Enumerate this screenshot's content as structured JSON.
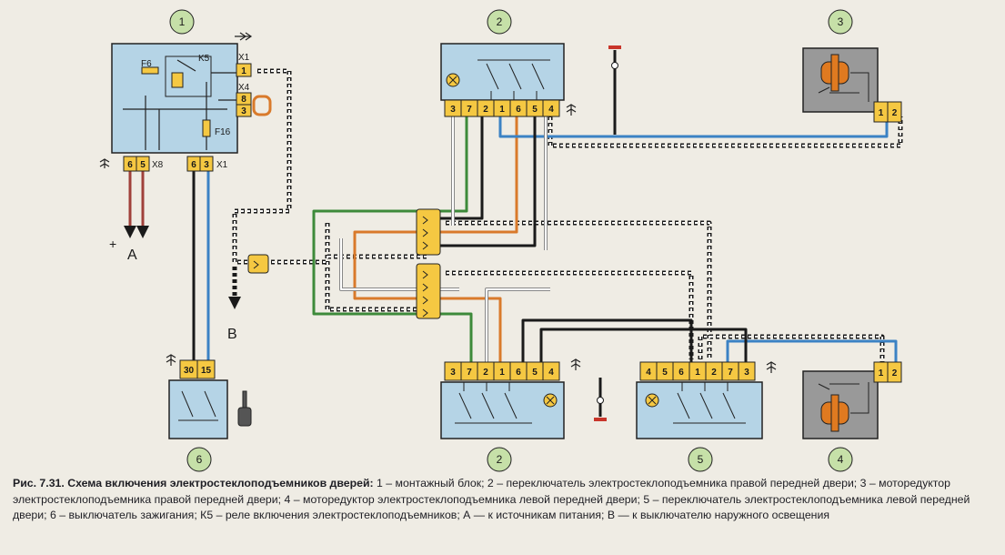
{
  "colors": {
    "background": "#efece4",
    "block_fill": "#b5d4e6",
    "pin_fill": "#f5c842",
    "circle_fill": "#c6e0a8",
    "wire_blue": "#3b82c4",
    "wire_green": "#3d8a3a",
    "wire_orange": "#d97a2b",
    "wire_black": "#1a1a1a",
    "wire_white": "#ffffff",
    "wire_red": "#c8352a",
    "motor_fill": "#999999",
    "motor_orange": "#e07a20"
  },
  "components": {
    "c1": {
      "number": "1"
    },
    "c2_top": {
      "number": "2",
      "pins": [
        "3",
        "7",
        "2",
        "1",
        "6",
        "5",
        "4"
      ]
    },
    "c3": {
      "number": "3",
      "pins": [
        "1",
        "2"
      ]
    },
    "c2_bottom": {
      "number": "2",
      "pins": [
        "3",
        "7",
        "2",
        "1",
        "6",
        "5",
        "4"
      ]
    },
    "c5": {
      "number": "5",
      "pins": [
        "4",
        "5",
        "6",
        "1",
        "2",
        "7",
        "3"
      ]
    },
    "c4": {
      "number": "4",
      "pins": [
        "1",
        "2"
      ]
    },
    "c6": {
      "number": "6",
      "pins": [
        "30",
        "15"
      ]
    }
  },
  "labels": {
    "f6": "F6",
    "k5": "K5",
    "f16": "F16",
    "x1_top": "X1",
    "x4": "X4",
    "x8": "X8",
    "x1_bottom": "X1",
    "pin_x1_1": "1",
    "pin_x4_8": "8",
    "pin_x4_3": "3",
    "pin_x8_6": "6",
    "pin_x8_5": "5",
    "pin_x1_6": "6",
    "pin_x1_3": "3",
    "plus": "+",
    "a": "A",
    "b": "B"
  },
  "caption": {
    "title": "Рис. 7.31. Схема включения электростеклоподъемников дверей:",
    "text": " 1 – монтажный блок; 2 – переключатель электростеклоподъемника правой передней двери; 3 – моторедуктор электростеклоподъемника правой передней двери; 4 – моторедуктор электростеклоподъемника левой передней двери; 5 – переключатель электростеклоподъемника левой передней двери; 6 – выключатель зажигания; К5 – реле включения электростеклоподъемников; А — к источникам питания; В — к выключателю наружного освещения"
  }
}
